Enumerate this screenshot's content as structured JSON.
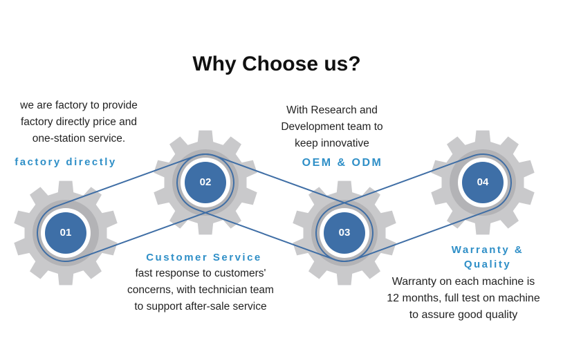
{
  "title": "Why Choose us?",
  "steps": [
    {
      "number": "01",
      "label": "factory directly",
      "description": [
        "we are factory to provide",
        "factory directly price and",
        "one-station service."
      ]
    },
    {
      "number": "02",
      "label": "Customer Service",
      "description": [
        "fast response to customers'",
        "concerns,  with technician team",
        "to support after-sale service"
      ]
    },
    {
      "number": "03",
      "label": "OEM & ODM",
      "description": [
        "With Research and",
        "Development team to",
        "keep innovative"
      ]
    },
    {
      "number": "04",
      "label": [
        "Warranty &",
        "Quality"
      ],
      "description": [
        "Warranty on each machine is",
        "12 months, full test on machine",
        "to assure good quality"
      ]
    }
  ],
  "colors": {
    "gear": "#c9c9cb",
    "gear_ring": "#b3b3b6",
    "circle": "#3e6fa7",
    "belt": "#3f6ea5",
    "label": "#2f8fc7"
  }
}
